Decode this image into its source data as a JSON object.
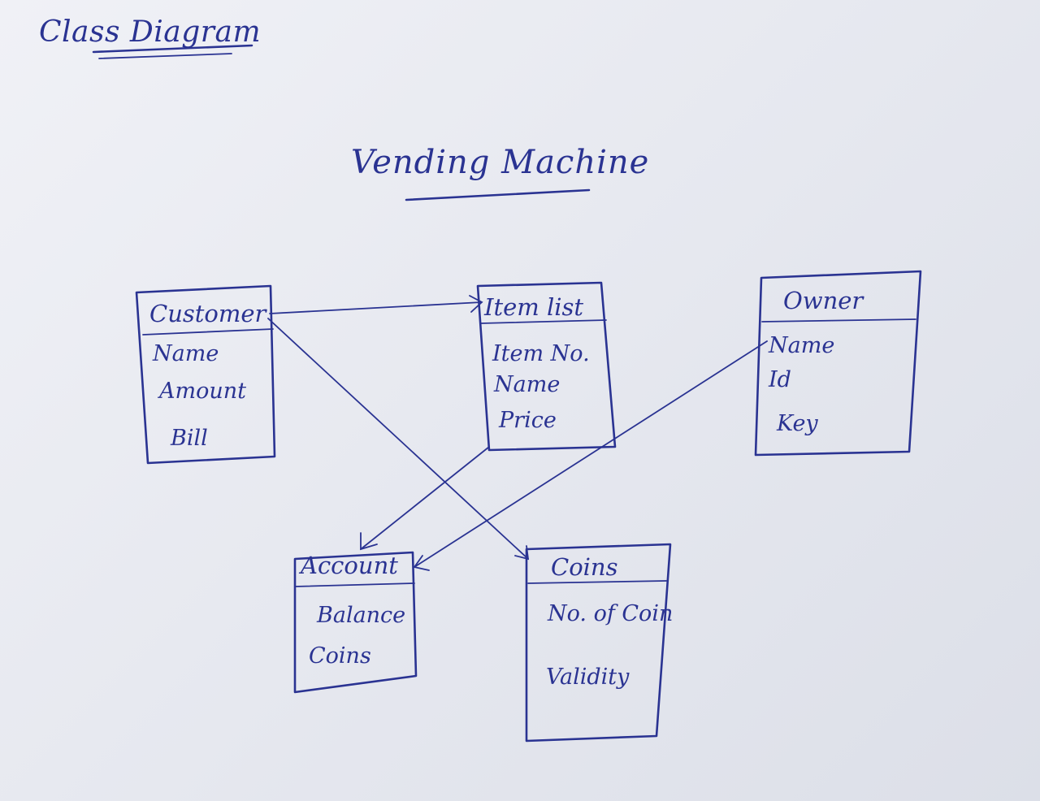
{
  "page": {
    "heading": "Class Diagram",
    "title": "Vending Machine"
  },
  "diagram": {
    "classes": [
      {
        "id": "customer",
        "name": "Customer",
        "attributes": [
          "Name",
          "Amount",
          "Bill"
        ]
      },
      {
        "id": "itemlist",
        "name": "Item list",
        "attributes": [
          "Item No.",
          "Name",
          "Price"
        ]
      },
      {
        "id": "owner",
        "name": "Owner",
        "attributes": [
          "Name",
          "Id",
          "Key"
        ]
      },
      {
        "id": "account",
        "name": "Account",
        "attributes": [
          "Balance",
          "Coins"
        ]
      },
      {
        "id": "coins",
        "name": "Coins",
        "attributes": [
          "No. of Coin",
          "Validity"
        ]
      }
    ],
    "relations": [
      {
        "from": "customer",
        "to": "itemlist"
      },
      {
        "from": "customer",
        "to": "coins"
      },
      {
        "from": "itemlist",
        "to": "account"
      },
      {
        "from": "owner",
        "to": "account"
      }
    ],
    "ink_color": "#2a3392"
  }
}
